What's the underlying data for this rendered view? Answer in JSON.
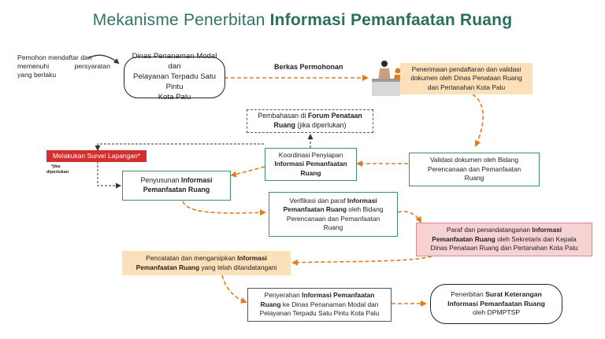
{
  "title": {
    "main": "Mekanisme Penerbitan ",
    "bold": "Informasi Pemanfaatan Ruang"
  },
  "intro": {
    "line1": "Pemohon mendaftar dan",
    "line2": "memenuhi persyaratan",
    "line3": "yang berlaku"
  },
  "edge_labels": {
    "berkas": "Berkas Permohonan"
  },
  "nodes": {
    "dinas": {
      "line1": "Dinas Penanaman Modal dan",
      "line2": "Pelayanan Terpadu Satu Pintu",
      "line3": "Kota Palu"
    },
    "penerimaan": {
      "line1": "Penerimaan pendaftaran dan validasi",
      "line2": "dokumen oleh Dinas Penataan Ruang",
      "line3": "dan Pertanahan Kota Palu"
    },
    "pembahasan": {
      "pre": "Pembahasan di ",
      "bold1": "Forum Penataan",
      "bold2": "Ruang",
      "post": " (jika diperlukan)"
    },
    "survei": {
      "text": "Melakukan Survei Lapangan*"
    },
    "survei_note": {
      "line1": "*jika",
      "line2": "diperlukan"
    },
    "koordinasi": {
      "line1": "Koordinasi Penyiapan",
      "bold1": "Informasi Pemanfaatan",
      "bold2": "Ruang"
    },
    "validasi": {
      "line1": "Validasi dokumen oleh Bidang",
      "line2": "Perencanaan dan Pemanfaatan",
      "line3": "Ruang"
    },
    "penyusunan": {
      "pre": "Penyusunan ",
      "bold1": "Informasi",
      "bold2": "Pemanfaatan Ruang"
    },
    "verifikasi": {
      "pre": "Verifikasi dan paraf ",
      "bold1": "Informasi",
      "bold2": "Pemanfaatan Ruang",
      "post2": " oleh Bidang",
      "line3": "Perencanaan dan Pemanfaatan",
      "line4": "Ruang"
    },
    "paraf": {
      "pre": "Paraf dan penandatanganan ",
      "bold1": "Informasi",
      "bold2": "Pemanfaatan Ruang",
      "post2": " oleh Sekretaris dan Kepala",
      "line3": "Dinas Penataan Ruang dan Pertanahan Kota Palu"
    },
    "pencatatan": {
      "pre": "Pencatatan dan mengarsipkan ",
      "bold1": "Informasi",
      "bold2": "Pemanfaatan Ruang",
      "post2": " yang telah ditandatangani"
    },
    "penyerahan": {
      "pre": "Penyerahan ",
      "bold1": "Informasi Pemanfaatan",
      "bold2": "Ruang",
      "post2": " ke Dinas Penanaman Modal dan",
      "line3": "Pelayanan Terpadu Satu Pintu Kota Palu"
    },
    "penerbitan": {
      "pre": "Penerbitan ",
      "bold1": "Surat Keterangan",
      "bold2": "Informasi Pemanfaatan Ruang",
      "line3": "oleh DPMPTSP"
    }
  },
  "colors": {
    "title": "#2e7565",
    "flow_arrow": "#e07b1f",
    "dashed_arrow": "#444444",
    "green_border": "#3e8f73",
    "peach_fill": "#fbe0b9",
    "pink_fill": "#f6d2d2",
    "red_fill": "#d32f2f"
  },
  "icons": {
    "registration": "person-at-counter-icon"
  }
}
